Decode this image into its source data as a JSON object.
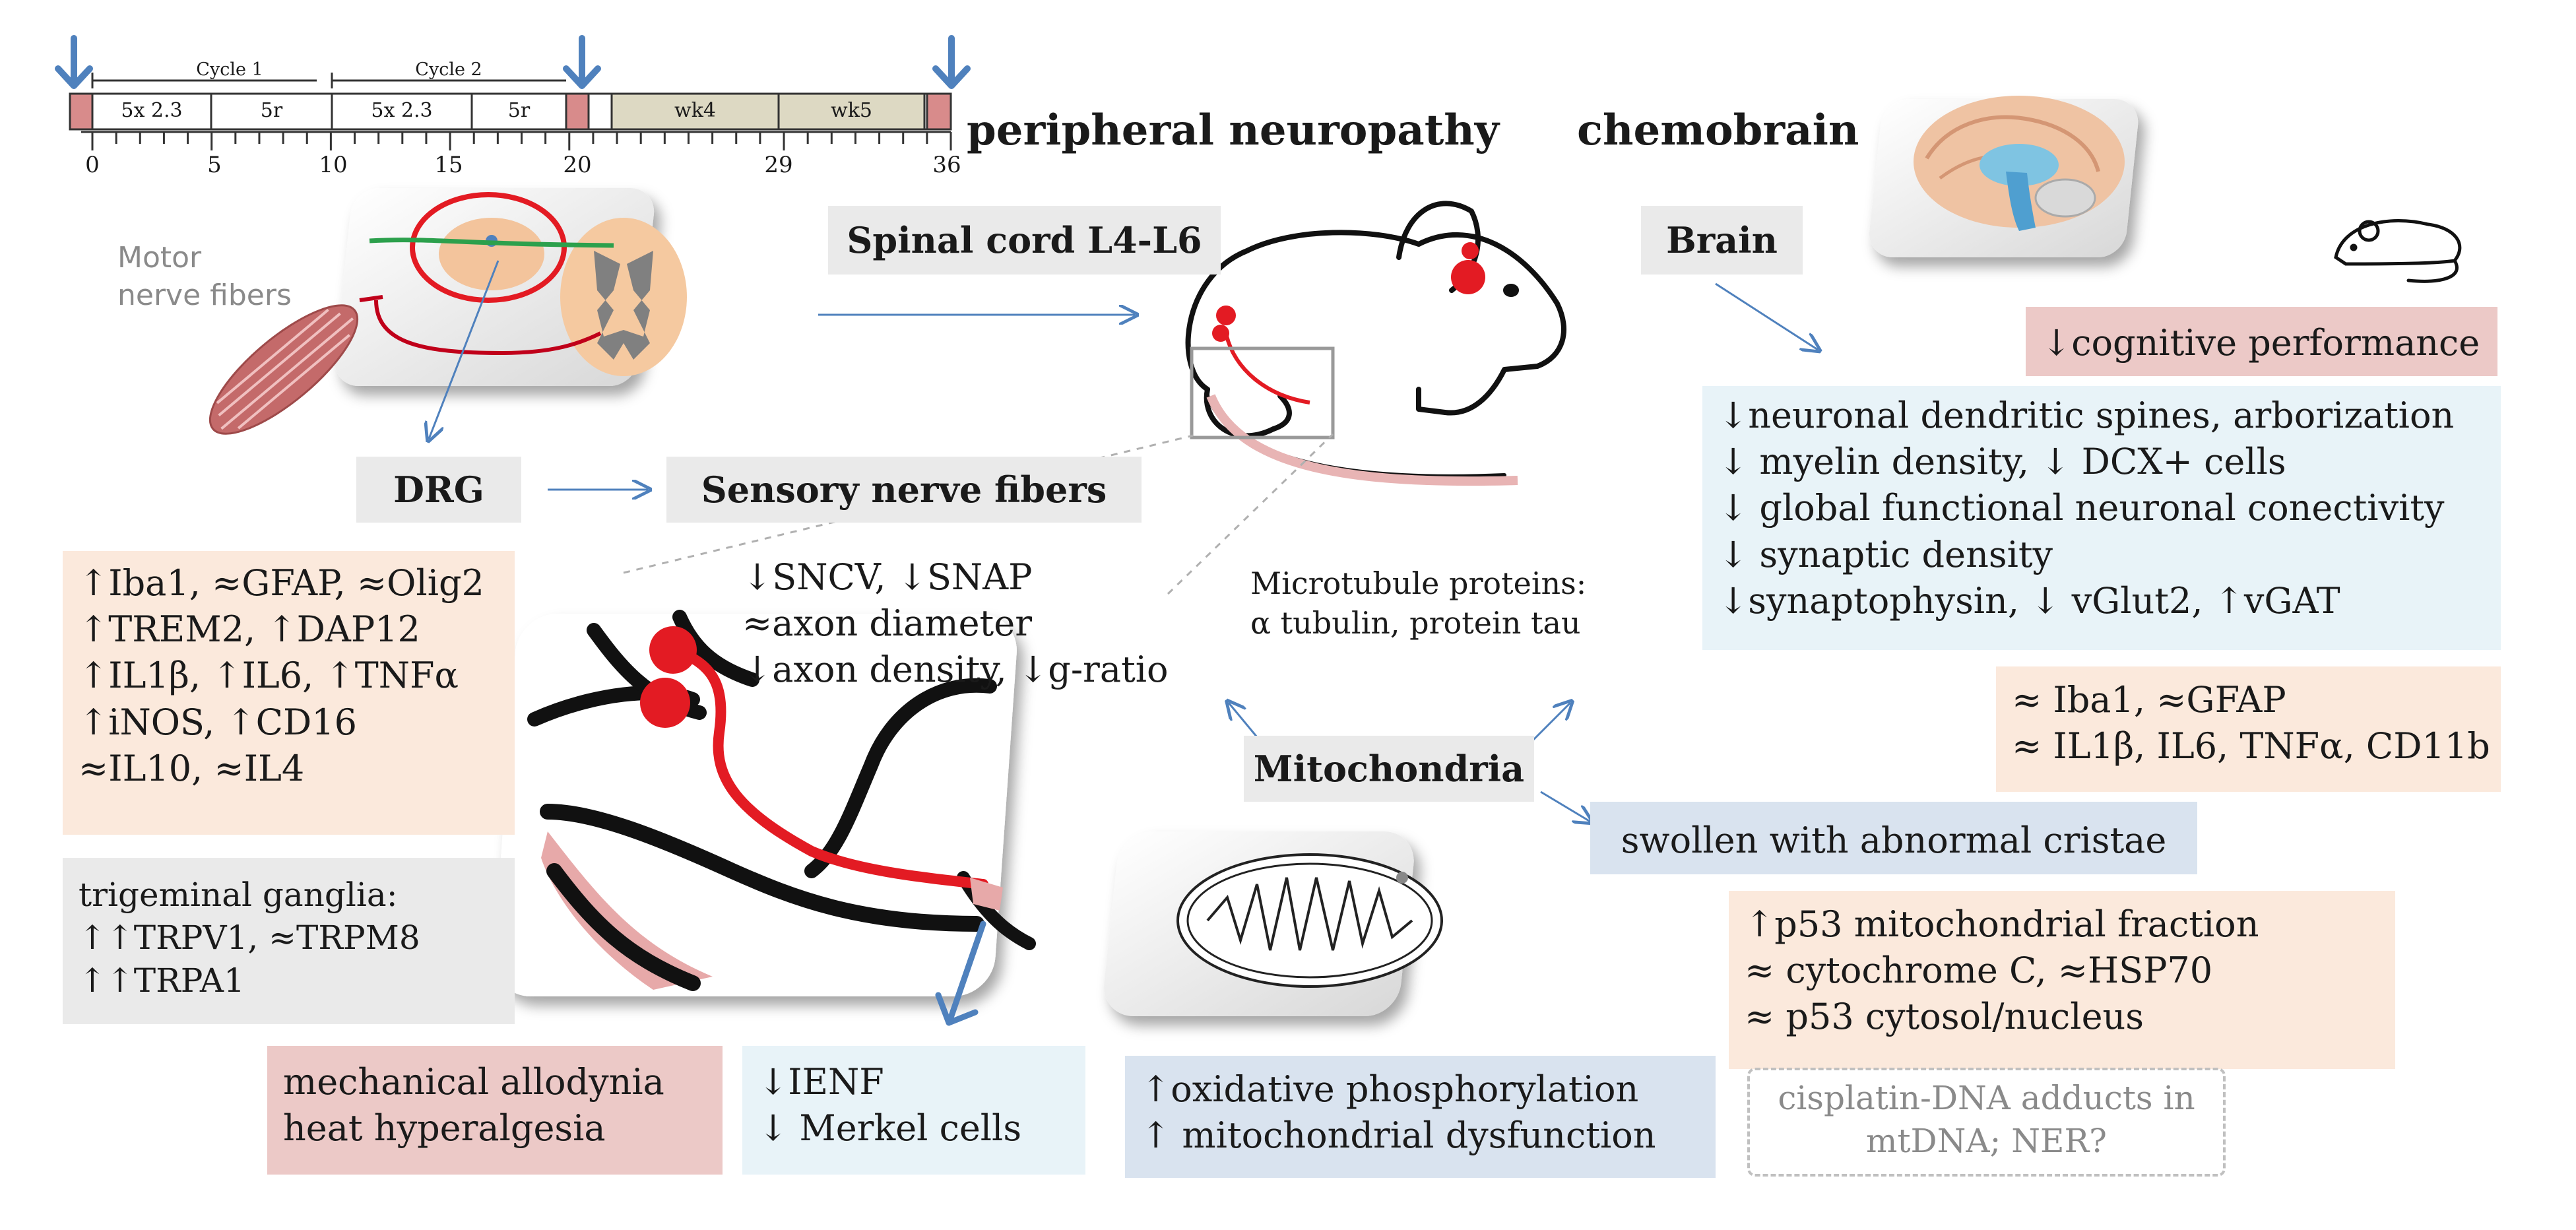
{
  "timeline": {
    "cycle1": "Cycle 1",
    "cycle2": "Cycle 2",
    "segments": [
      "5x 2.3",
      "5r",
      "5x 2.3",
      "5r",
      "wk4",
      "wk5"
    ],
    "ticks": [
      "0",
      "5",
      "10",
      "15",
      "20",
      "29",
      "36"
    ]
  },
  "titles": {
    "peripheral": "peripheral neuropathy",
    "chemobrain": "chemobrain"
  },
  "labels": {
    "motor": [
      "Motor",
      "nerve fibers"
    ],
    "spinal": "Spinal cord L4-L6",
    "brain": "Brain",
    "drg": "DRG",
    "sensory": "Sensory nerve fibers",
    "mito": "Mitochondria"
  },
  "panels": {
    "glia": [
      "↑Iba1, ≈GFAP, ≈Olig2",
      "↑TREM2, ↑DAP12",
      "↑IL1β, ↑IL6, ↑TNFα",
      "↑iNOS, ↑CD16",
      "≈IL10, ≈IL4"
    ],
    "trigeminal": [
      "trigeminal ganglia:",
      "↑↑TRPV1, ≈TRPM8",
      "↑↑TRPA1"
    ],
    "nerve": [
      "↓SNCV,  ↓SNAP",
      "≈axon diameter",
      "↓axon density, ↓g-ratio"
    ],
    "microtubule": [
      "Microtubule proteins:",
      "α tubulin, protein tau"
    ],
    "behaviour": [
      "mechanical allodynia",
      "heat hyperalgesia"
    ],
    "ienf": [
      "↓IENF",
      "↓ Merkel cells"
    ],
    "oxphos": [
      "↑oxidative phosphorylation",
      "↑ mitochondrial dysfunction"
    ],
    "swollen": "swollen with abnormal cristae",
    "cognitive": "↓cognitive performance",
    "brain_changes": [
      "↓neuronal dendritic spines, arborization",
      "↓ myelin density, ↓ DCX+ cells",
      "↓ global functional neuronal conectivity",
      "↓ synaptic density",
      "↓synaptophysin, ↓ vGlut2, ↑vGAT"
    ],
    "brain_glia": [
      "≈ Iba1,  ≈GFAP",
      "≈ IL1β, IL6, TNFα, CD11b"
    ],
    "p53": [
      "↑p53 mitochondrial fraction",
      "≈ cytochrome C, ≈HSP70",
      "≈ p53 cytosol/nucleus"
    ],
    "cisplatin": [
      "cisplatin-DNA adducts in",
      "mtDNA; NER?"
    ]
  },
  "colors": {
    "arrow_blue": "#4f81bd",
    "peach": "#fbe9dc",
    "pink": "#ecc9c7",
    "light_blue": "#e8f3f8",
    "blue": "#d9e3ef",
    "grey": "#eaeaea",
    "red": "#e31b23"
  }
}
